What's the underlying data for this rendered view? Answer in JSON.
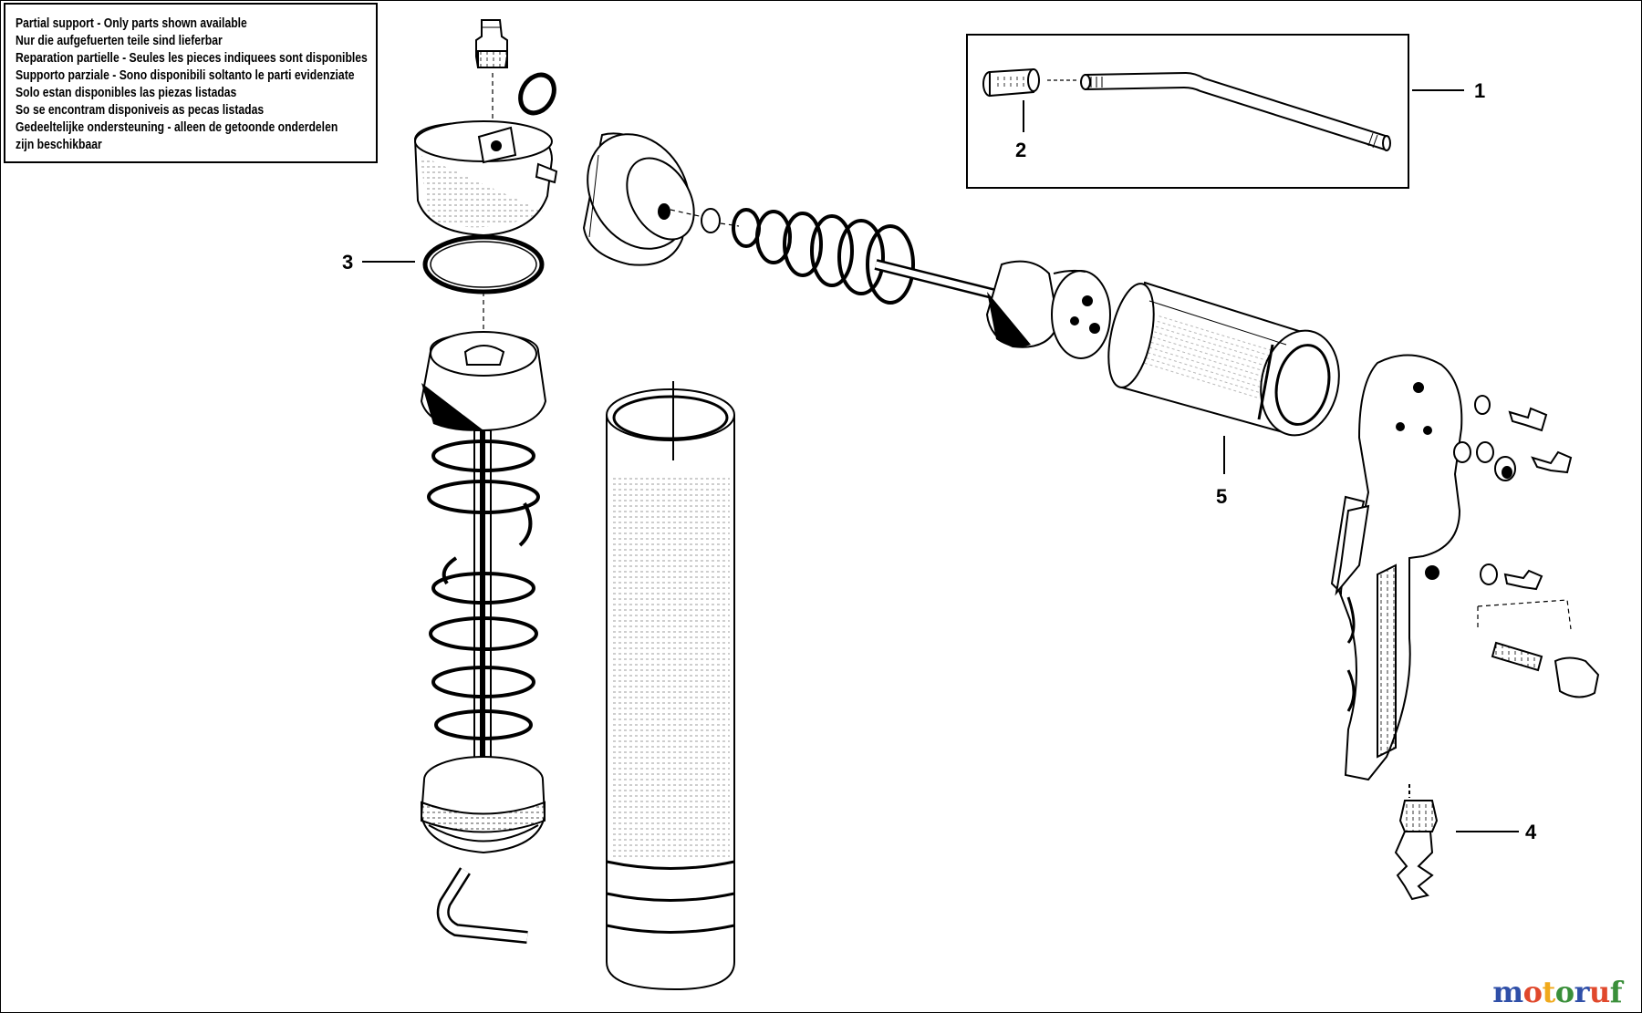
{
  "notice": {
    "lines": [
      "Partial support - Only parts shown available",
      "Nur die aufgefuerten teile sind lieferbar",
      "Reparation partielle - Seules les pieces indiquees sont disponibles",
      "Supporto parziale - Sono disponibili soltanto le parti evidenziate",
      "Solo estan disponibles las piezas listadas",
      "So se encontram disponiveis as pecas listadas",
      "Gedeeltelijke ondersteuning - alleen de getoonde onderdelen",
      "zijn beschikbaar"
    ]
  },
  "callouts": {
    "one": "1",
    "two": "2",
    "three": "3",
    "four": "4",
    "five": "5"
  },
  "watermark": {
    "letters": [
      "m",
      "o",
      "t",
      "o",
      "r",
      "u",
      "f"
    ],
    "colors": [
      "#2f4fa8",
      "#e0482c",
      "#f0a91c",
      "#3a8f3a",
      "#2f4fa8",
      "#e0482c",
      "#3a8f3a"
    ]
  }
}
